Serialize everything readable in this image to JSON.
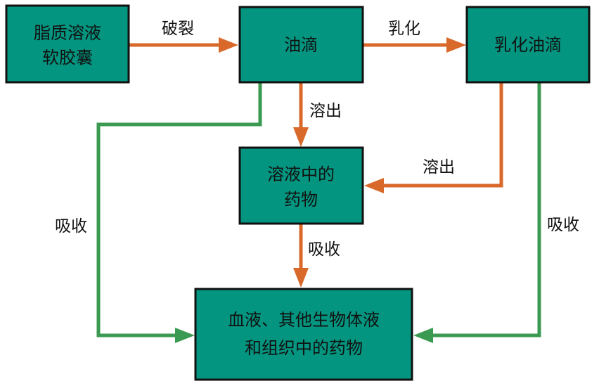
{
  "colors": {
    "box": "#03957f",
    "orange": "#d9692a",
    "green": "#3b9a52"
  },
  "boxes": {
    "capsule": [
      "脂质溶液",
      "软胶囊"
    ],
    "oil_drop": [
      "油滴"
    ],
    "emulsified": [
      "乳化油滴"
    ],
    "solution_drug": [
      "溶液中的",
      "药物"
    ],
    "blood_drug": [
      "血液、其他生物体液",
      "和组织中的药物"
    ]
  },
  "labels": {
    "rupture": "破裂",
    "emulsify": "乳化",
    "dissolve_1": "溶出",
    "dissolve_2": "溶出",
    "absorb_left": "吸收",
    "absorb_mid": "吸收",
    "absorb_right": "吸收"
  }
}
